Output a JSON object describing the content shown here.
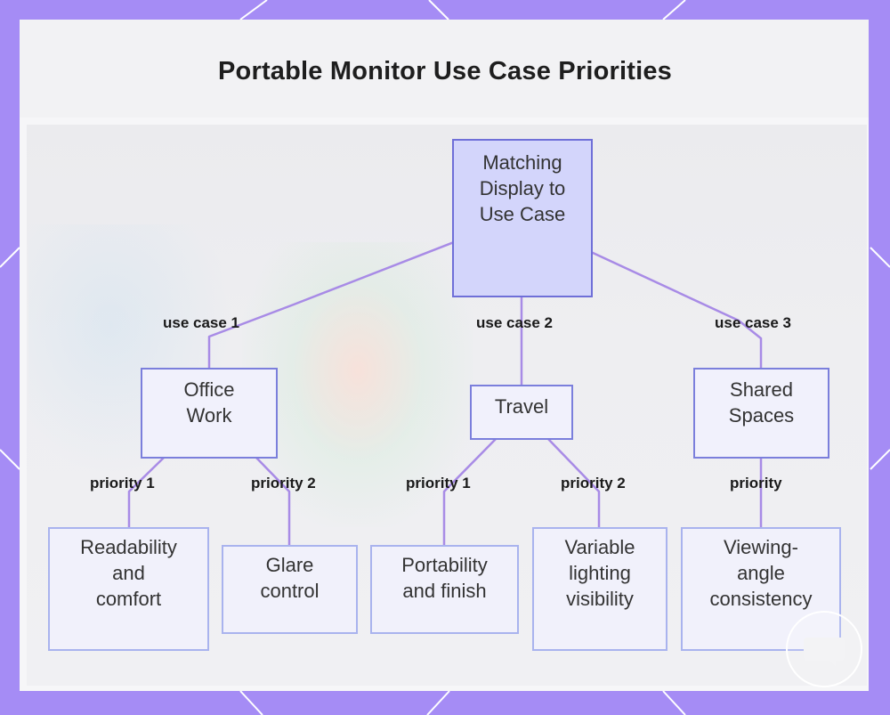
{
  "title": "Portable Monitor Use Case Priorities",
  "colors": {
    "frame": "#a58cf5",
    "edge": "#a88be6",
    "root_fill": "#d3d5fb",
    "root_border": "#6f6fd8",
    "node_fill": "#f1f1fc",
    "node_border": "#7b7fdc",
    "leaf_border": "#a9b3ee"
  },
  "nodes": {
    "root": [
      "Matching",
      "Display to",
      "Use Case"
    ],
    "office": [
      "Office",
      "Work"
    ],
    "travel": [
      "Travel"
    ],
    "shared": [
      "Shared",
      "Spaces"
    ],
    "readability": [
      "Readability",
      "and",
      "comfort"
    ],
    "glare": [
      "Glare",
      "control"
    ],
    "portability": [
      "Portability",
      "and finish"
    ],
    "variable": [
      "Variable",
      "lighting",
      "visibility"
    ],
    "viewing": [
      "Viewing-",
      "angle",
      "consistency"
    ]
  },
  "edge_labels": {
    "use_case_1": "use case 1",
    "use_case_2": "use case 2",
    "use_case_3": "use case 3",
    "office_priority_1": "priority 1",
    "office_priority_2": "priority 2",
    "travel_priority_1": "priority 1",
    "travel_priority_2": "priority 2",
    "shared_priority": "priority"
  },
  "chat_icon": "chat-bubble-icon"
}
